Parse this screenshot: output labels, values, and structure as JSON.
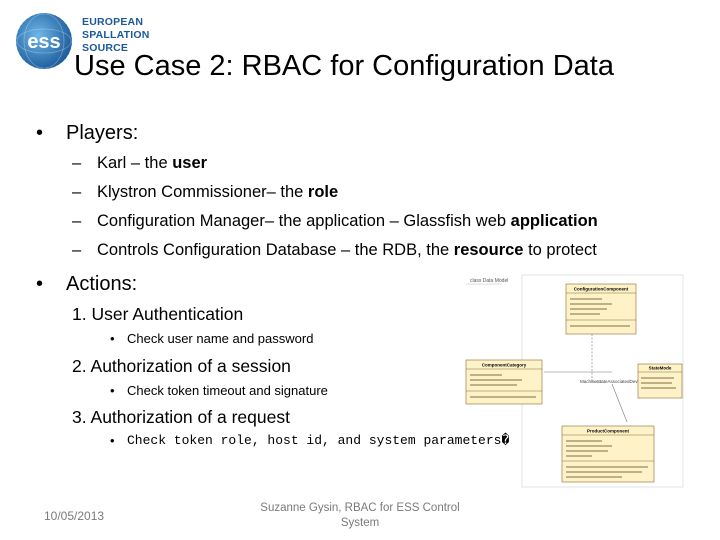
{
  "logo": {
    "line1": "EUROPEAN",
    "line2": "SPALLATION",
    "line3": "SOURCE",
    "mark": "ess"
  },
  "title": "Use Case 2:  RBAC for Configuration Data",
  "players": {
    "heading": "Players:",
    "items": [
      {
        "pre": "Karl – the ",
        "bold": "user",
        "post": ""
      },
      {
        "pre": "Klystron Commissioner– the ",
        "bold": "role",
        "post": ""
      },
      {
        "pre": "Configuration Manager– the application – Glassfish web ",
        "bold": "application",
        "post": ""
      },
      {
        "pre": "Controls Configuration Database – the RDB, the ",
        "bold": "resource",
        "post": " to protect"
      }
    ]
  },
  "actions": {
    "heading": "Actions:",
    "items": [
      {
        "num": "1.",
        "label": "User Authentication",
        "detail": "Check user name and password"
      },
      {
        "num": "2.",
        "label": "Authorization of a session",
        "detail": "Check token timeout and signature"
      },
      {
        "num": "3.",
        "label": "Authorization of a request",
        "detail": "Check token role, host id, and system parameters�"
      }
    ]
  },
  "footer": {
    "date": "10/05/2013",
    "author": "Suzanne Gysin, RBAC for ESS Control System"
  },
  "diagram": {
    "header_label": "class Data Model",
    "boxes": [
      {
        "name": "ConfigurationComponent"
      },
      {
        "name": "ComponentCategory"
      },
      {
        "name": "StateMode"
      },
      {
        "name": "ProductComponent"
      }
    ],
    "link_label": "MachineStateAssociatedDevice"
  },
  "colors": {
    "text": "#000000",
    "footer": "#7a7a7a",
    "logo_blue": "#1a5a9a",
    "uml_box": "#fdf2c8",
    "uml_border": "#8b6d2e"
  }
}
